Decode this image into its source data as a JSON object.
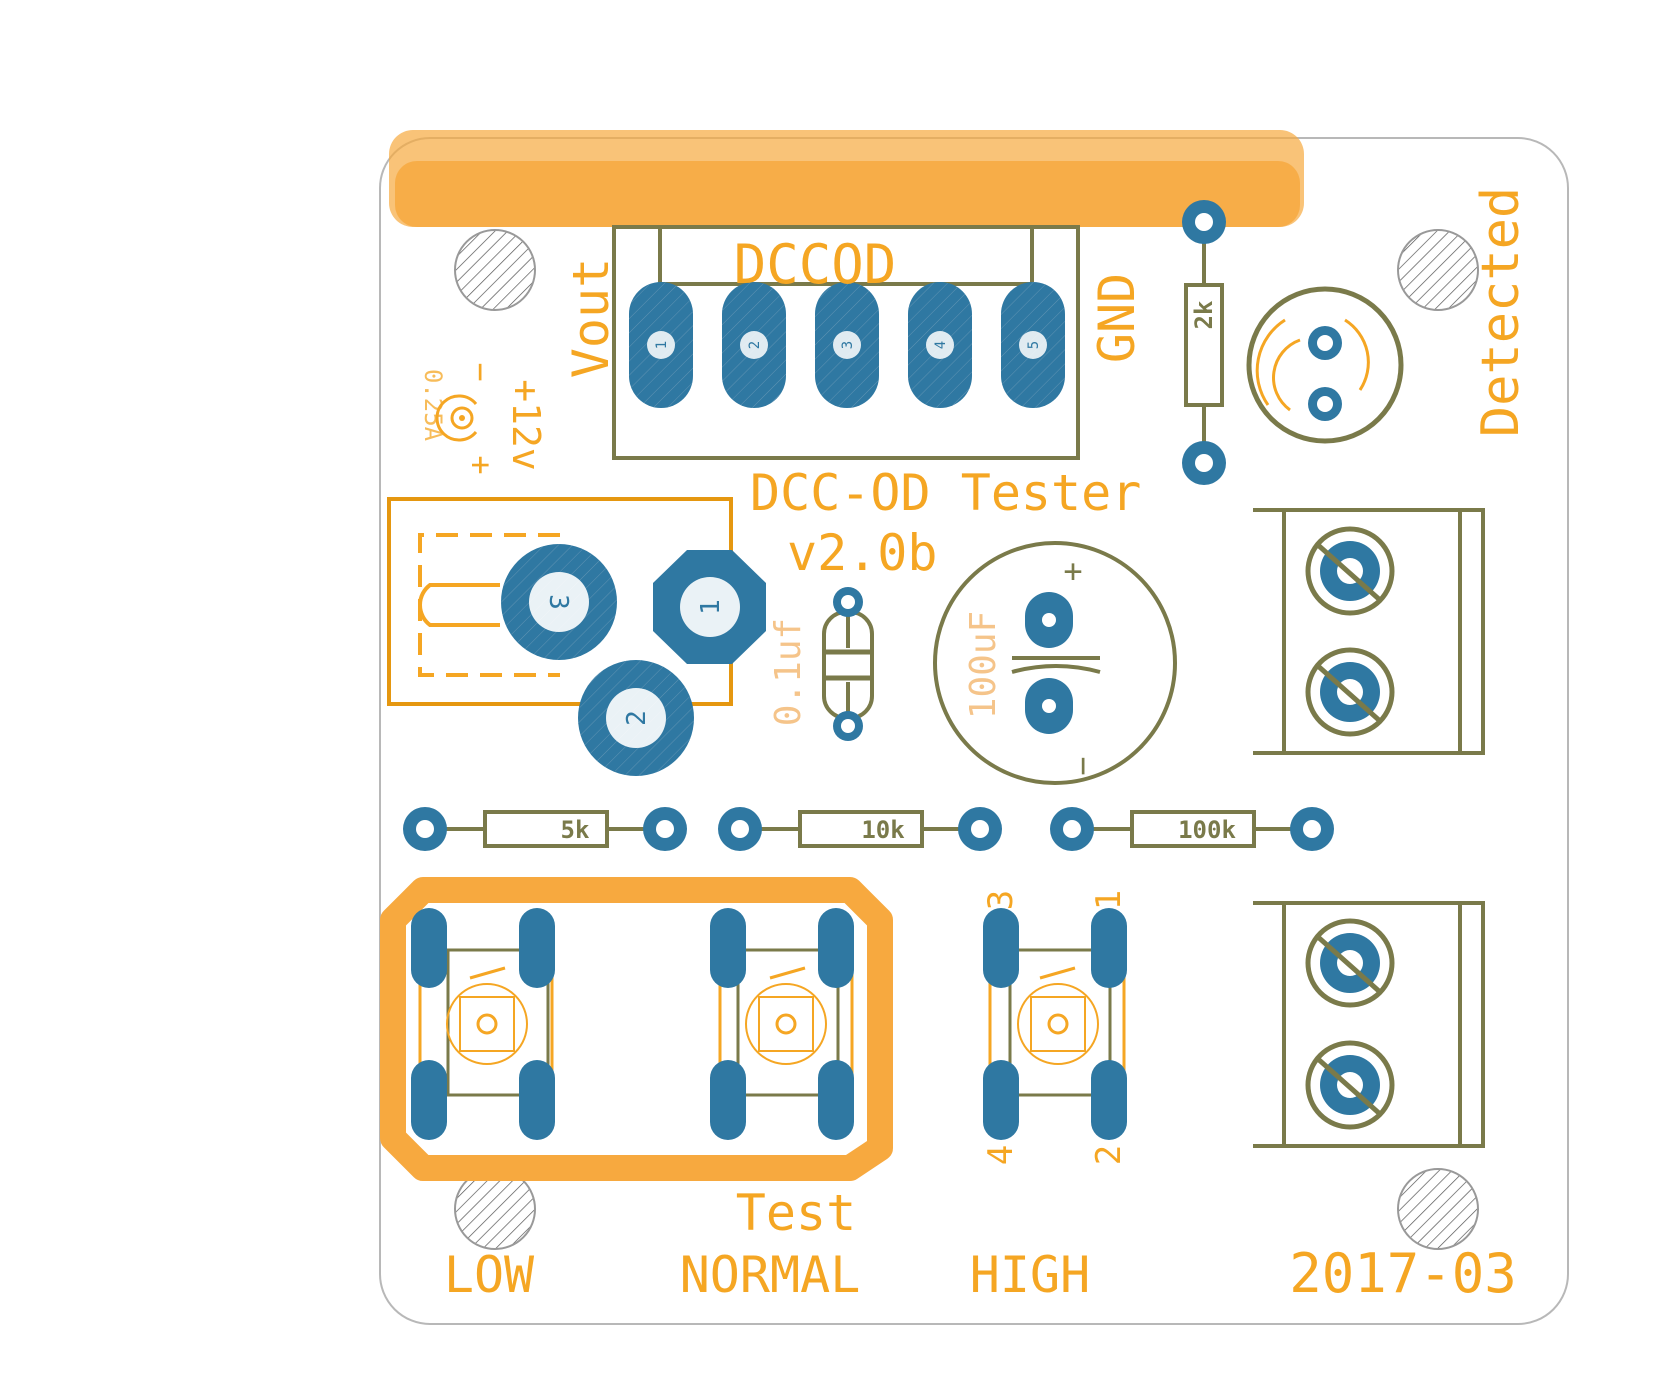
{
  "board": {
    "title": "DCC-OD Tester",
    "version": "v2.0b",
    "date": "2017-03",
    "detected_label": "Detected",
    "test_label": "Test",
    "colors": {
      "silk": "#F5A623",
      "silk_dark": "#E08A00",
      "pad": "#2F78A2",
      "outline": "#7A7A4A",
      "board_edge": "#B0B0B0",
      "bar": "#F7A93F"
    }
  },
  "connector": {
    "name": "DCCOD",
    "left_label": "Vout",
    "right_label": "GND",
    "pins": [
      "1",
      "2",
      "3",
      "4",
      "5"
    ]
  },
  "power": {
    "voltage": "+12v",
    "current": "0.25A",
    "minus": "−",
    "plus": "+",
    "regulator_pins": [
      "3",
      "1",
      "2"
    ]
  },
  "capacitors": {
    "small": "0.1uf",
    "electrolytic": "100uF",
    "plus": "+",
    "minus": "−"
  },
  "resistors": {
    "r_2k": "2k",
    "r_5k": "5k",
    "r_10k": "10k",
    "r_100k": "100k"
  },
  "buttons": {
    "low": "LOW",
    "normal": "NORMAL",
    "high": "HIGH",
    "pin_labels": [
      "3",
      "1",
      "4",
      "2"
    ]
  }
}
